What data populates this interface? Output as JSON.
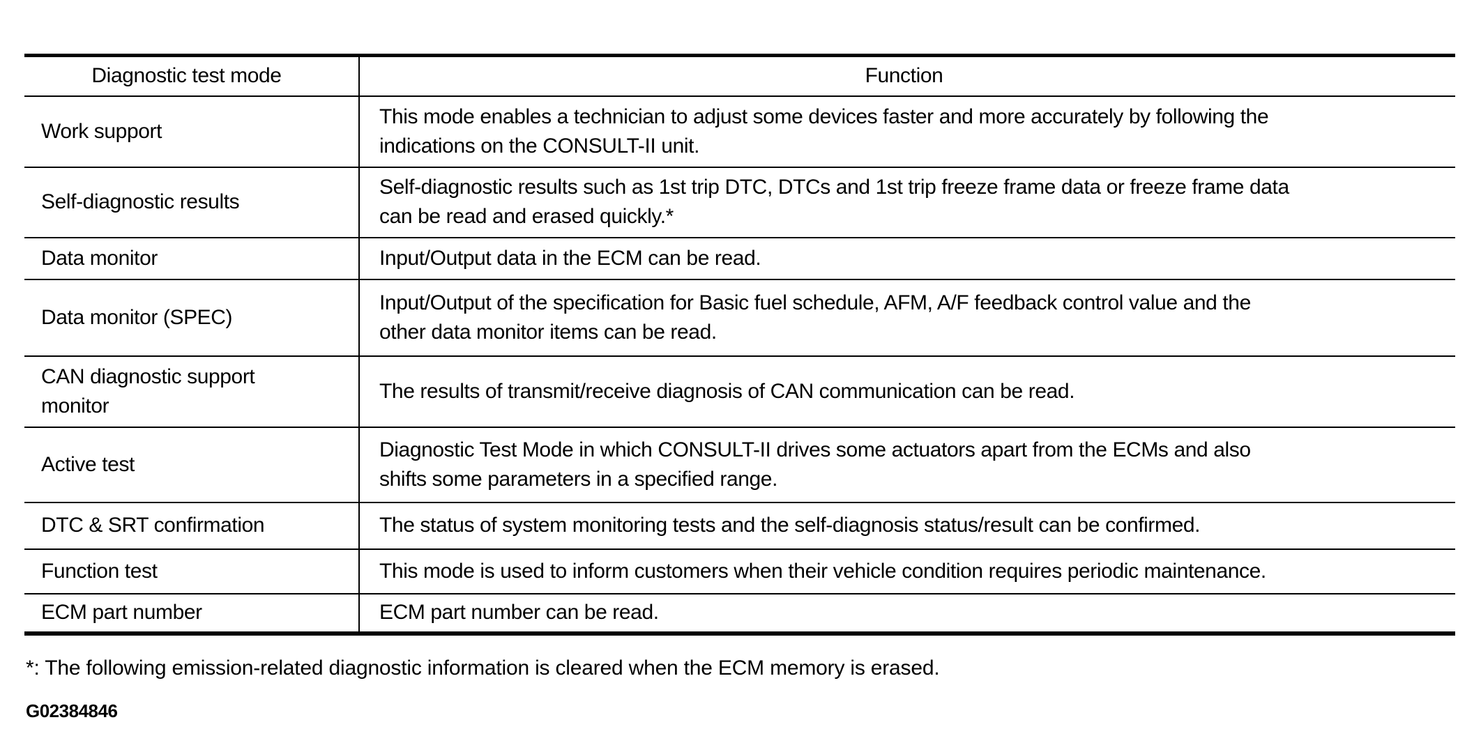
{
  "document": {
    "colors": {
      "ink": "#000000",
      "paper": "#ffffff"
    },
    "table": {
      "col_headers": {
        "mode": "Diagnostic test mode",
        "function": "Function"
      },
      "rows": [
        {
          "mode": "Work support",
          "function": "This mode enables a technician to adjust some devices faster and more accurately by following the\nindications on the CONSULT-II unit."
        },
        {
          "mode": "Self-diagnostic results",
          "function": "Self-diagnostic results such as 1st trip DTC, DTCs and 1st trip freeze frame data or freeze frame data\ncan be read and erased quickly.*"
        },
        {
          "mode": "Data monitor",
          "function": "Input/Output data in the ECM can be read."
        },
        {
          "mode": "Data monitor (SPEC)",
          "function": "Input/Output of the specification for Basic fuel schedule, AFM, A/F feedback control value and the\nother data monitor items can be read."
        },
        {
          "mode": "CAN diagnostic support\nmonitor",
          "function": "The results of transmit/receive diagnosis of CAN communication can be read."
        },
        {
          "mode": "Active test",
          "function": "Diagnostic Test Mode in which CONSULT-II drives some actuators apart from the ECMs and also\nshifts some parameters in a specified range."
        },
        {
          "mode": "DTC & SRT confirmation",
          "function": "The status of system monitoring tests and the self-diagnosis status/result can be confirmed."
        },
        {
          "mode": "Function test",
          "function": "This mode is used to inform customers when their vehicle condition requires periodic maintenance."
        },
        {
          "mode": "ECM part number",
          "function": "ECM part number can be read."
        }
      ]
    },
    "footnote": "*: The following emission-related diagnostic information is cleared when the ECM memory is erased.",
    "figure_id": "G02384846"
  }
}
